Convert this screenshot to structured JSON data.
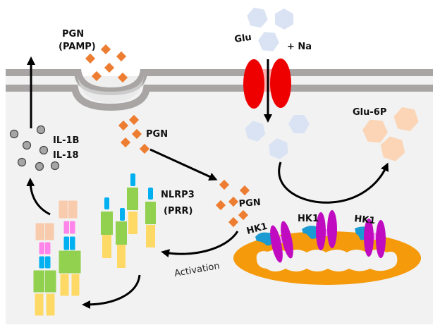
{
  "labels": {
    "pgn_pamp_line1": "PGN",
    "pgn_pamp_line2": "(PAMP)",
    "pgn_cytosol": "PGN",
    "pgn_mito": "PGN",
    "il1b": "IL-1B",
    "il18": "IL-18",
    "glu": "Glu",
    "na": "+ Na",
    "glu6p": "Glu-6P",
    "nlrp3_line1": "NLRP3",
    "nlrp3_line2": "(PRR)",
    "activation": "Activation",
    "hk1": [
      "HK1",
      "HK1",
      "HK1"
    ]
  },
  "colors": {
    "cell": "#f2f2f2",
    "membrane": "#a9a5a5",
    "pgn": "#ed7d31",
    "glucose": "#dae3f3",
    "glu6p": "#fbd5b5",
    "transporter": "#ee0000",
    "mitochondrion": "#f59a0b",
    "hk1": "#1b9bd1",
    "vdac": "#c00bc0",
    "nlrp3_green": "#92d050",
    "nlrp3_blue": "#00b0f0",
    "nlrp3_yellow": "#ffd966",
    "asc_pink": "#ff85ea",
    "casp_peach": "#f8cbad",
    "cytokine": "#a6a6a6"
  }
}
